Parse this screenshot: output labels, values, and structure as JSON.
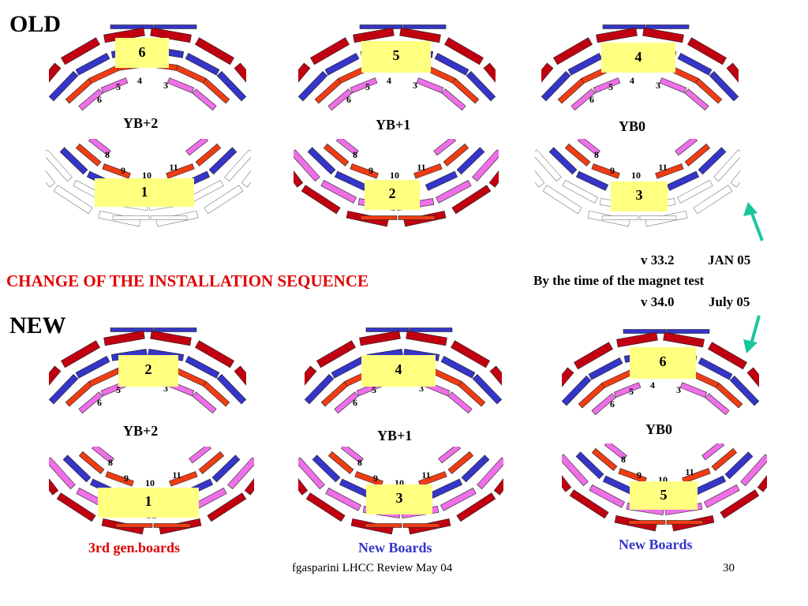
{
  "headings": {
    "old": "OLD",
    "new": "NEW"
  },
  "sequence_title": "CHANGE OF THE  INSTALLATION SEQUENCE",
  "version_note": {
    "line1_version": "v 33.2",
    "line1_date": "JAN 05",
    "line2": "By the time of the magnet test",
    "line3_version": "v 34.0",
    "line3_date": "July 05"
  },
  "wheels": {
    "old": [
      {
        "label": "YB+2",
        "top_box": "6",
        "bottom_box": "1"
      },
      {
        "label": "YB+1",
        "top_box": "5",
        "bottom_box": "2"
      },
      {
        "label": "YB0",
        "top_box": "4",
        "bottom_box": "3"
      }
    ],
    "new": [
      {
        "label": "YB+2",
        "top_box": "2",
        "bottom_box": "1",
        "caption": "3rd gen.boards"
      },
      {
        "label": "YB+1",
        "top_box": "4",
        "bottom_box": "3",
        "caption": "New Boards"
      },
      {
        "label": "YB0",
        "top_box": "6",
        "bottom_box": "5",
        "caption": "New Boards"
      }
    ]
  },
  "sector_labels": {
    "top": [
      "6",
      "5",
      "4",
      "3"
    ],
    "bottom": [
      "8",
      "9",
      "10",
      "11"
    ]
  },
  "footer": {
    "author": "fgasparini  LHCC Review May 04",
    "page": "30"
  },
  "colors": {
    "dark_red": "#c00010",
    "blue": "#3535c8",
    "orange_red": "#f03c14",
    "violet": "#ee6fe8",
    "label_box": "#ffff80",
    "arrow": "#19c79b",
    "title_red": "#e00000",
    "caption_blue": "#3535c8"
  }
}
